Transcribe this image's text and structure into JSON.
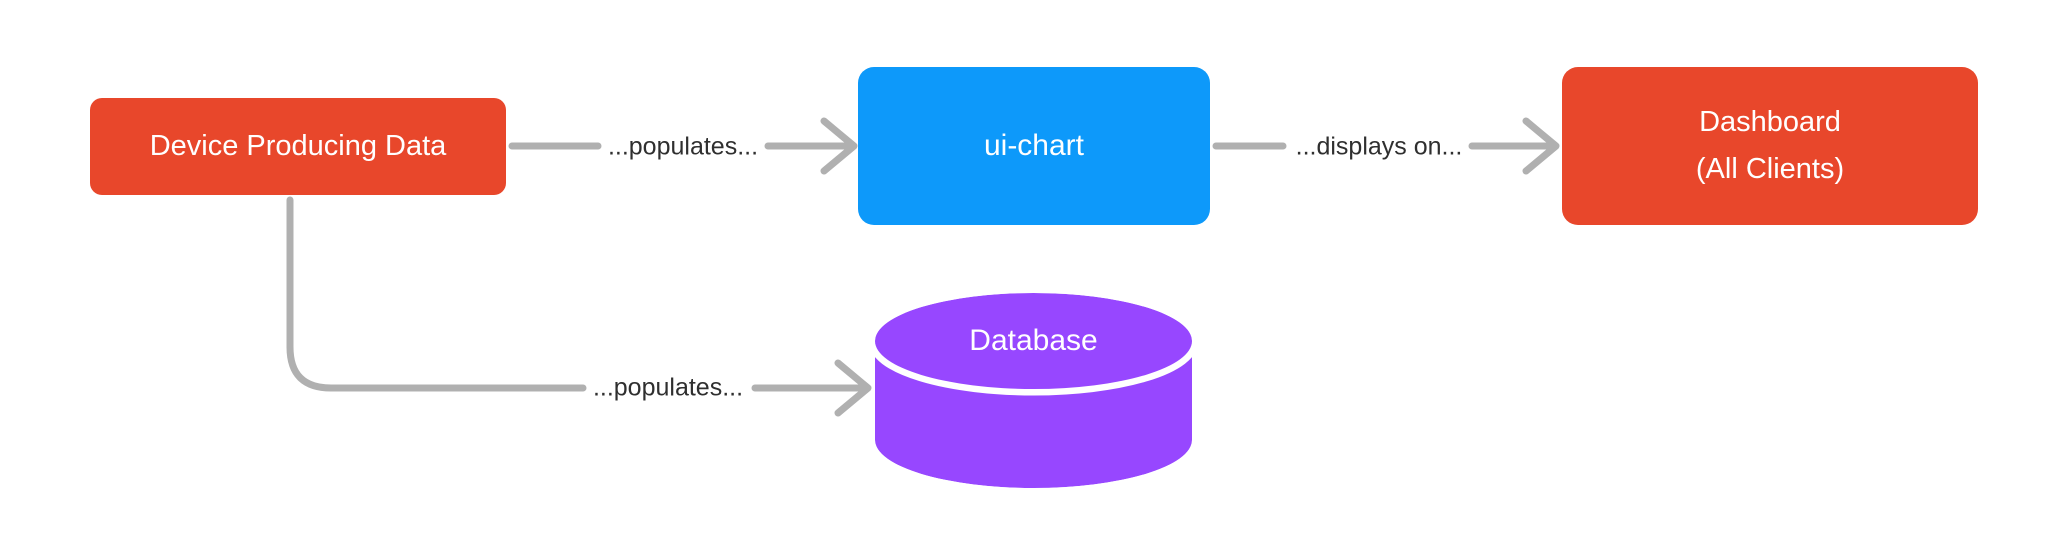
{
  "theme": {
    "background": "#FFFFFF",
    "node_red": "#E8472B",
    "node_blue": "#0D99FA",
    "node_purple": "#9747FF",
    "connector": "#B0B0B0",
    "edge_label_color": "#2F2F2F",
    "node_text_color": "#FFFFFF"
  },
  "nodes": {
    "device": {
      "label": "Device Producing Data"
    },
    "ui_chart": {
      "label": "ui-chart"
    },
    "dashboard": {
      "line1": "Dashboard",
      "line2": "(All Clients)"
    },
    "database": {
      "label": "Database"
    }
  },
  "edges": {
    "device_to_uichart": {
      "label": "...populates..."
    },
    "uichart_to_dashboard": {
      "label": "...displays on..."
    },
    "device_to_database": {
      "label": "...populates..."
    }
  }
}
